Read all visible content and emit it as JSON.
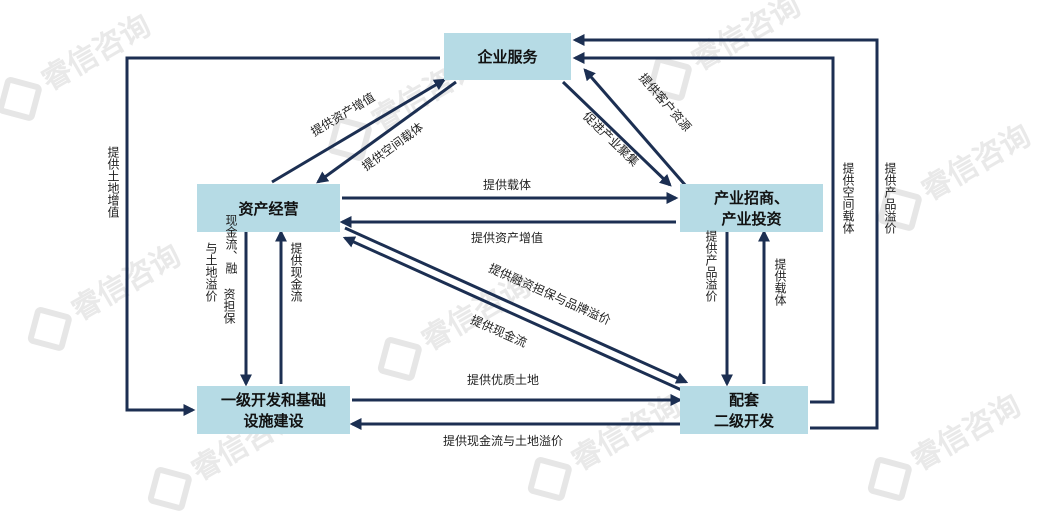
{
  "watermark": "睿信咨询",
  "nodes": {
    "enterprise_service": "企业服务",
    "asset_operation": "资产经营",
    "investment": [
      "产业招商、",
      "产业投资"
    ],
    "primary_dev": [
      "一级开发和基础",
      "设施建设"
    ],
    "secondary_dev": [
      "配套",
      "二级开发"
    ]
  },
  "labels": {
    "provide_asset_appreciation_diag": "提供资产增值",
    "provide_space_carrier_diag": "提供空间载体",
    "provide_customer_resources": "提供客户资源",
    "promote_industry_cluster": "促进产业聚集",
    "provide_carrier_h": "提供载体",
    "provide_asset_appreciation_h": "提供资产增值",
    "provide_financing": "提供融资担保与品牌溢价",
    "provide_cashflow_diag": "提供现金流",
    "provide_quality_land": "提供优质土地",
    "provide_cashflow_land_premium": "提供现金流与土地溢价",
    "provide_land_appreciation_v": "提供土地增值",
    "cashflow_financing_v": [
      "现金流、融",
      "资担保",
      "与土地溢价"
    ],
    "provide_cashflow_v": "提供现金流",
    "provide_product_premium_v": "提供产品溢价",
    "provide_carrier_v": "提供载体",
    "provide_space_carrier_v": "提供空间载体",
    "provide_product_premium_v2": "提供产品溢价"
  }
}
